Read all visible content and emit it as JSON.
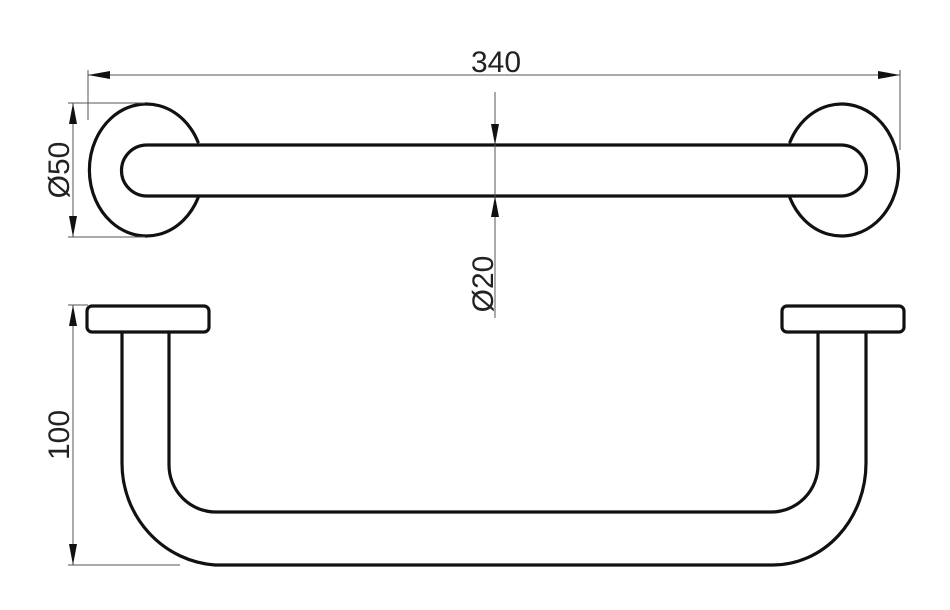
{
  "drawing": {
    "subject": "grab bar technical drawing",
    "units": "mm",
    "colors": {
      "line": "#111111",
      "dimension": "#555555",
      "background": "#ffffff"
    },
    "top_view": {
      "overall_length_label": "340",
      "rosette_diameter_label": "Ø50",
      "tube_diameter_label": "Ø20"
    },
    "front_view": {
      "projection_label": "100"
    }
  }
}
